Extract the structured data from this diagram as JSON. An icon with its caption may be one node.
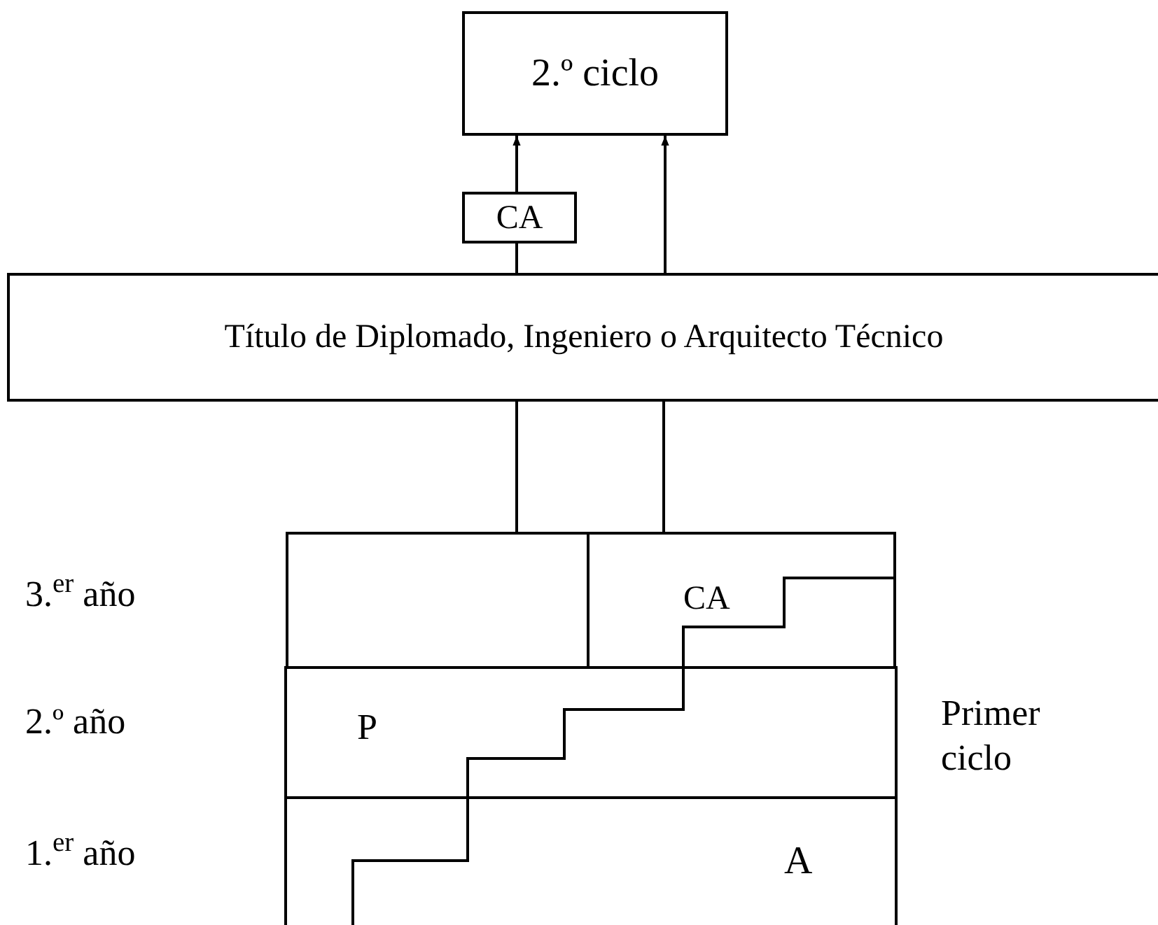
{
  "diagram": {
    "nodes": [
      {
        "text": [
          "2.º ciclo"
        ]
      },
      {
        "text": [
          "CA"
        ]
      },
      {
        "text": [
          "Título de Diplomado, Ingeniero o Arquitecto Técnico"
        ]
      },
      {
        "text": [],
        "shape": "box"
      },
      {
        "text": [],
        "shape": "box"
      }
    ],
    "edges": [
      {
        "from": 2,
        "to": 1,
        "arrow": "none"
      },
      {
        "from": 1,
        "to": 0,
        "arrow": "to"
      },
      {
        "from": 2,
        "to": 0,
        "arrow": "to"
      },
      {
        "from": 3,
        "to": 2,
        "arrow": "none"
      },
      {
        "from": 4,
        "to": 2,
        "arrow": "none"
      }
    ],
    "labels": [
      "3.$^{er}$ año",
      "CA",
      "2.º año",
      "P",
      "Primer ciclo",
      "1.$^{er}$ año",
      "A"
    ]
  }
}
